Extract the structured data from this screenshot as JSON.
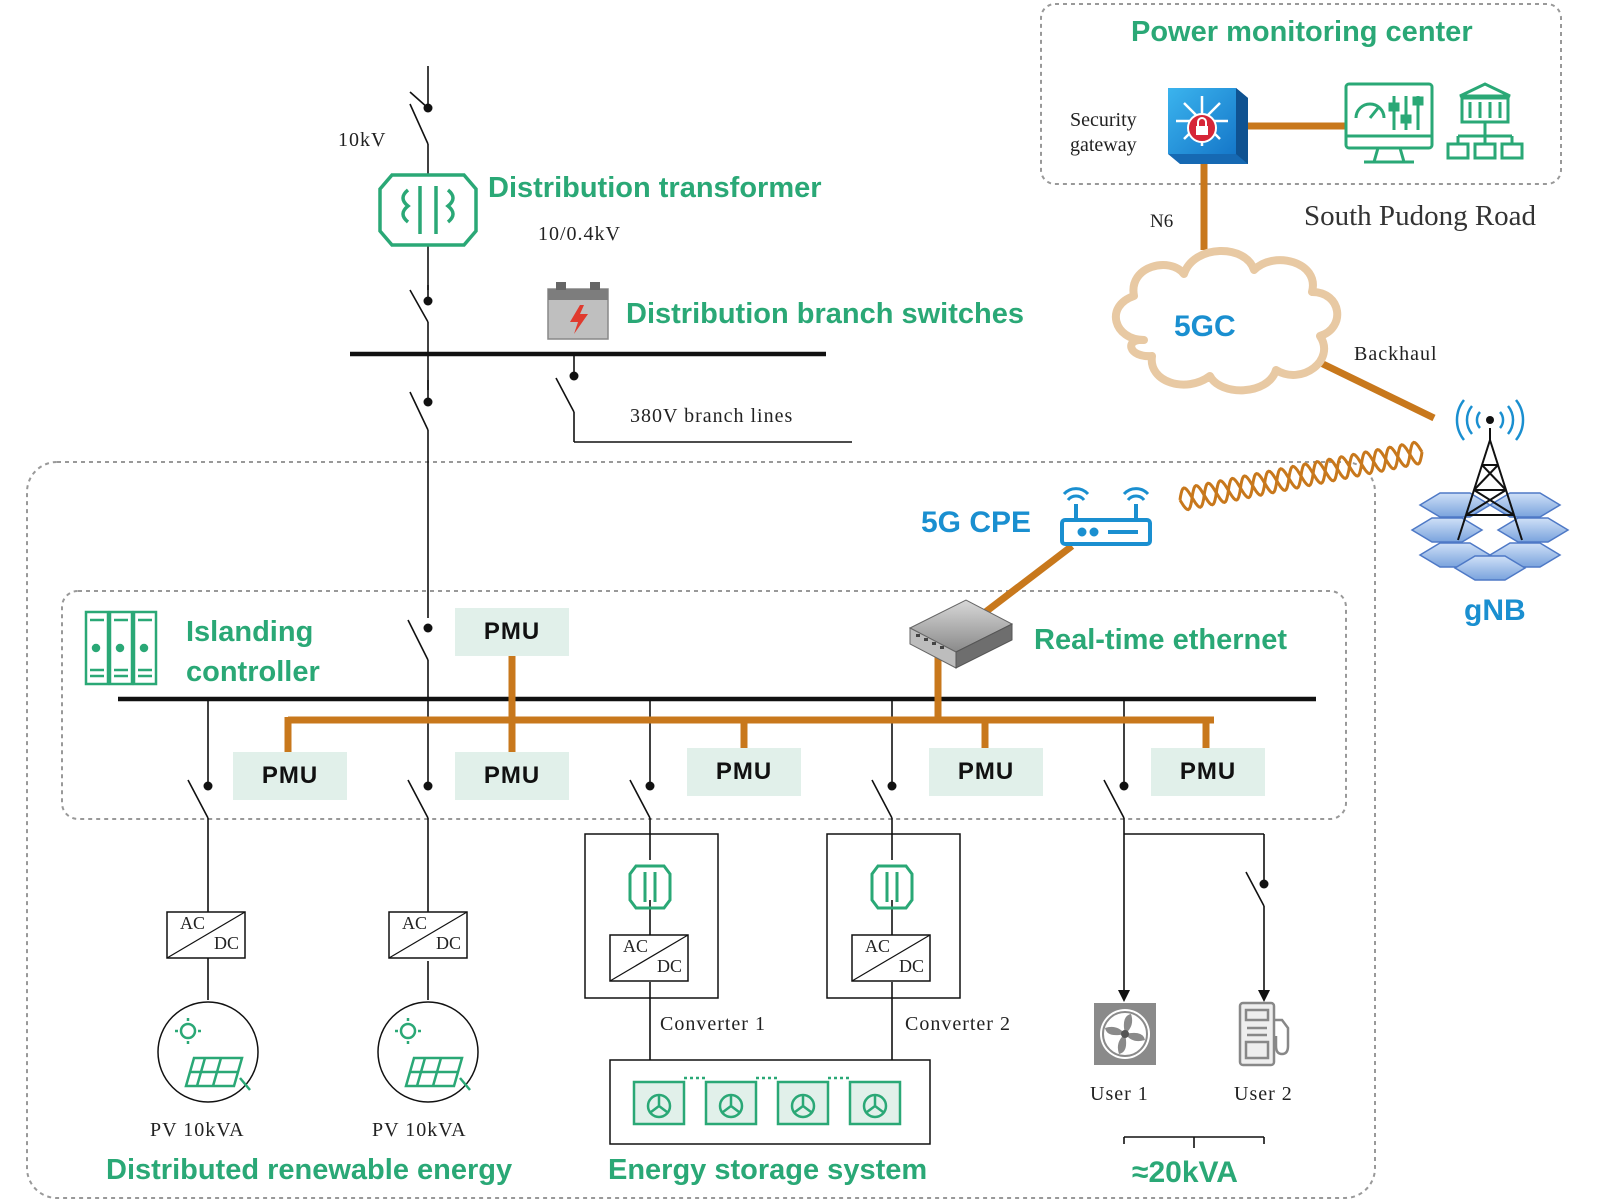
{
  "labels": {
    "power_monitoring_center": "Power monitoring center",
    "security_gateway_line1": "Security",
    "security_gateway_line2": "gateway",
    "south_pudong_road": "South Pudong Road",
    "n6": "N6",
    "core_5gc": "5GC",
    "backhaul": "Backhaul",
    "gnb": "gNB",
    "cpe_5g": "5G CPE",
    "real_time_ethernet": "Real-time ethernet",
    "voltage_10kv": "10kV",
    "distribution_transformer": "Distribution transformer",
    "transformer_ratio": "10/0.4kV",
    "distribution_branch_switches": "Distribution branch switches",
    "branch_lines": "380V branch lines",
    "islanding_controller_line1": "Islanding",
    "islanding_controller_line2": "controller",
    "pmu": "PMU",
    "ac": "AC",
    "dc": "DC",
    "pv_1": "PV 10kVA",
    "pv_2": "PV 10kVA",
    "converter_1": "Converter 1",
    "converter_2": "Converter 2",
    "user_1": "User 1",
    "user_2": "User 2",
    "distributed_renewable_energy": "Distributed renewable energy",
    "energy_storage_system": "Energy storage system",
    "load_total": "≈20kVA"
  },
  "colors": {
    "green": "#2aa876",
    "blue": "#1a8fd0",
    "comm_link": "#c8781c",
    "pmu_bg": "#e1f0ea",
    "power_line": "#111111"
  },
  "icons": [
    "transformer-icon",
    "battery-icon",
    "security-gateway-icon",
    "monitor-console-icon",
    "server-network-icon",
    "cloud-icon",
    "cell-tower-icon",
    "router-icon",
    "ethernet-switch-icon",
    "controller-cabinet-icon",
    "solar-panel-icon",
    "fan-icon",
    "charging-station-icon"
  ]
}
